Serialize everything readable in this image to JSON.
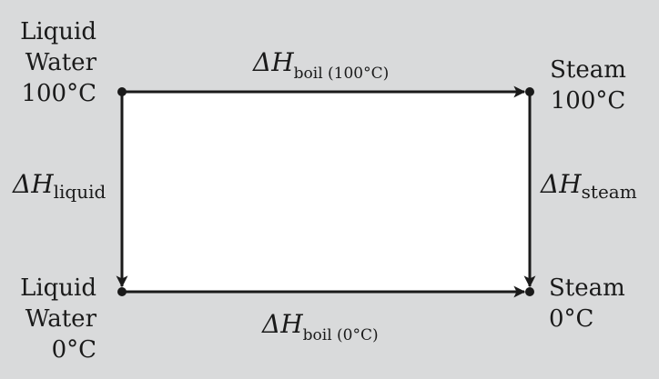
{
  "nodes": {
    "top_left": {
      "lines": [
        "Liquid",
        "Water",
        "100°C"
      ]
    },
    "top_right": {
      "lines": [
        "Steam",
        "100°C"
      ]
    },
    "bottom_left": {
      "lines": [
        "Liquid",
        "Water",
        "0°C"
      ]
    },
    "bottom_right": {
      "lines": [
        "Steam",
        "0°C"
      ]
    }
  },
  "edges": {
    "top": {
      "symbol": "ΔH",
      "subscript": "boil (100°C)"
    },
    "left": {
      "symbol": "ΔH",
      "subscript": "liquid"
    },
    "right": {
      "symbol": "ΔH",
      "subscript": "steam"
    },
    "bottom": {
      "symbol": "ΔH",
      "subscript": "boil (0°C)"
    }
  },
  "colors": {
    "background": "#d9dadb",
    "line": "#1a1a1a",
    "box": "#ffffff"
  }
}
